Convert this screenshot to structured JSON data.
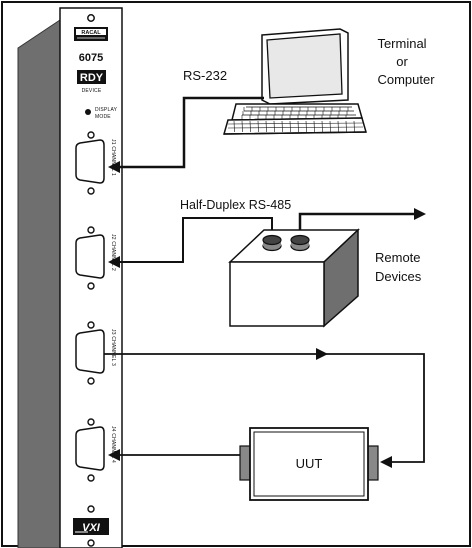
{
  "module": {
    "brand": "RACAL",
    "model": "6075",
    "ready_badge": "RDY",
    "ready_sub": "DEVICE",
    "display_mode": [
      "DISPLAY",
      "MODE"
    ],
    "channels": [
      {
        "id": "J1",
        "label": "CHANNEL 1"
      },
      {
        "id": "J2",
        "label": "CHANNEL 2"
      },
      {
        "id": "J3",
        "label": "CHANNEL 3"
      },
      {
        "id": "J4",
        "label": "CHANNEL 4"
      }
    ],
    "bottom_logo": "VXI"
  },
  "terminal": {
    "lines": [
      "Terminal",
      "or",
      "Computer"
    ]
  },
  "rs232_label": "RS-232",
  "rs485_label": "Half-Duplex RS-485",
  "remote": {
    "lines": [
      "Remote",
      "Devices"
    ]
  },
  "uut_label": "UUT",
  "colors": {
    "line": "#111111",
    "panel": "#ffffff",
    "module_side": "#6f6f6f"
  }
}
